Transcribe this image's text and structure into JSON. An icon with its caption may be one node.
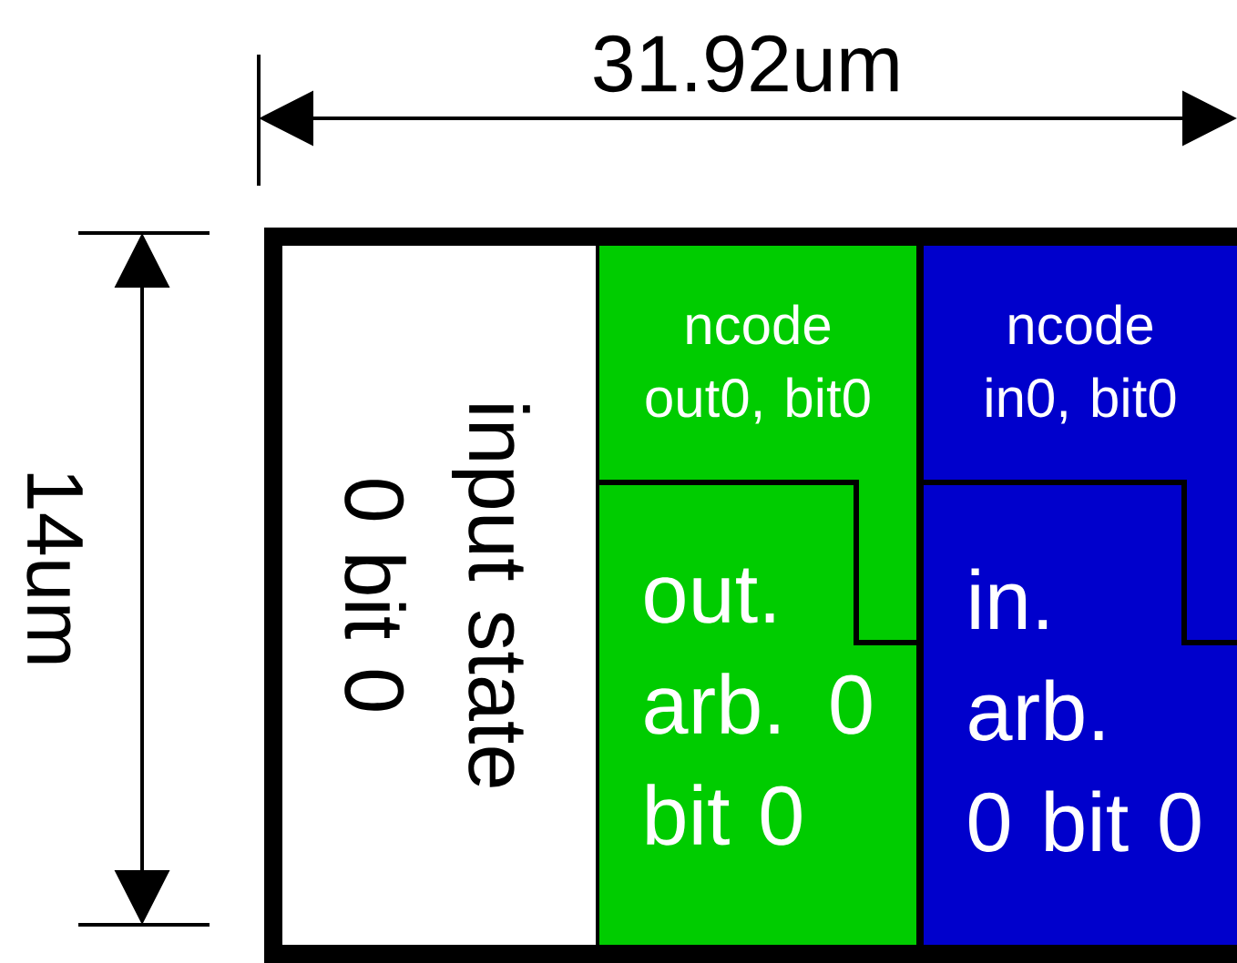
{
  "diagram": {
    "nodes": [
      {
        "text": [
          "input state 0 bit 0"
        ]
      },
      {
        "text": [
          "ncode out0, bit0"
        ]
      },
      {
        "text": [
          "out. arb. 0 bit 0"
        ]
      },
      {
        "text": [
          "ncode in0, bit0"
        ]
      },
      {
        "text": [
          "in. arb. 0 bit 0"
        ]
      }
    ],
    "edges": [],
    "labels": [
      "31.92um",
      "14um"
    ]
  }
}
